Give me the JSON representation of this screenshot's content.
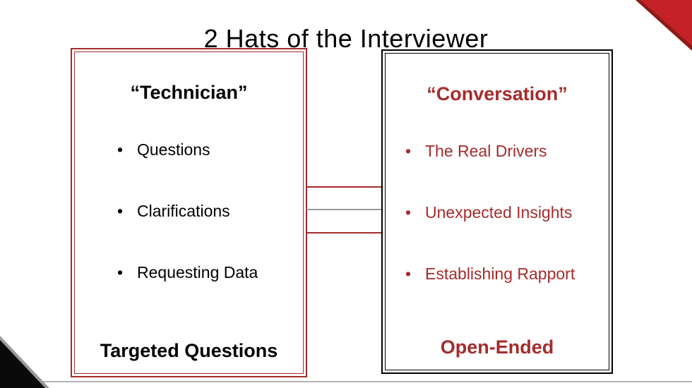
{
  "slide": {
    "title": "2 Hats of the Interviewer"
  },
  "left_box": {
    "title": "“Technician”",
    "bullets": [
      "Questions",
      "Clarifications",
      "Requesting Data"
    ],
    "footer": "Targeted Questions"
  },
  "right_box": {
    "title": "“Conversation”",
    "bullets": [
      "The Real Drivers",
      "Unexpected Insights",
      "Establishing Rapport"
    ],
    "footer": "Open-Ended"
  },
  "colors": {
    "accent_red": "#A62B2B",
    "triangle_red": "#C42127",
    "triangle_dark_edge": "#8B1A1A",
    "black": "#000000",
    "connector_gray": "#9A9A9A",
    "bottom_line_gray": "#B3B3B3"
  },
  "decorations": {
    "top_right": "corner-triangle-red",
    "bottom_left": "corner-triangle-black"
  }
}
